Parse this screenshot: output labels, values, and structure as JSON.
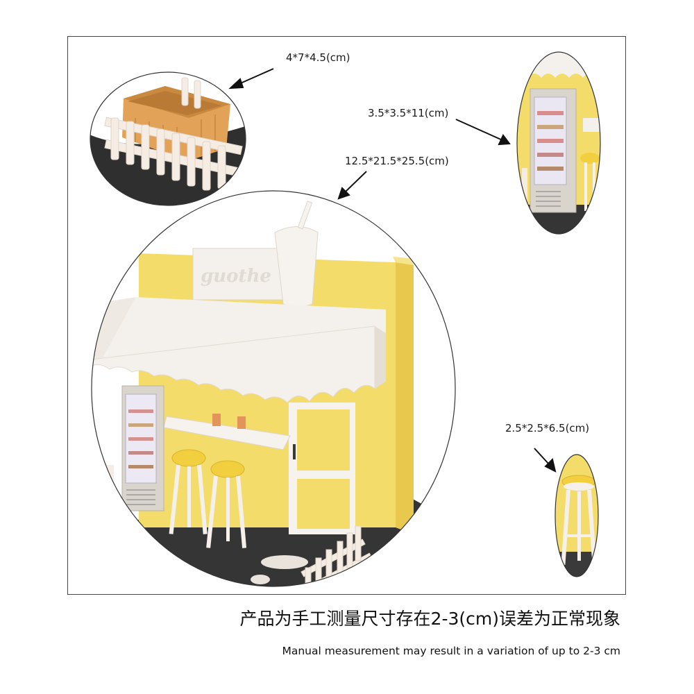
{
  "dimensions": {
    "planter": "4*7*4.5(cm)",
    "fridge": "3.5*3.5*11(cm)",
    "shop": "12.5*21.5*25.5(cm)",
    "stool": "2.5*2.5*6.5(cm)"
  },
  "footer": {
    "note_cn": "产品为手工测量尺寸存在2-3(cm)误差为正常现象",
    "note_en": "Manual measurement may result in a variation of up to 2-3 cm"
  },
  "colors": {
    "wall_yellow": "#f3dc6a",
    "awning_white": "#f4f1ec",
    "stool_seat": "#f2cf3e",
    "planter_orange": "#e6a65a",
    "floor_dark": "#3a3a3a"
  }
}
